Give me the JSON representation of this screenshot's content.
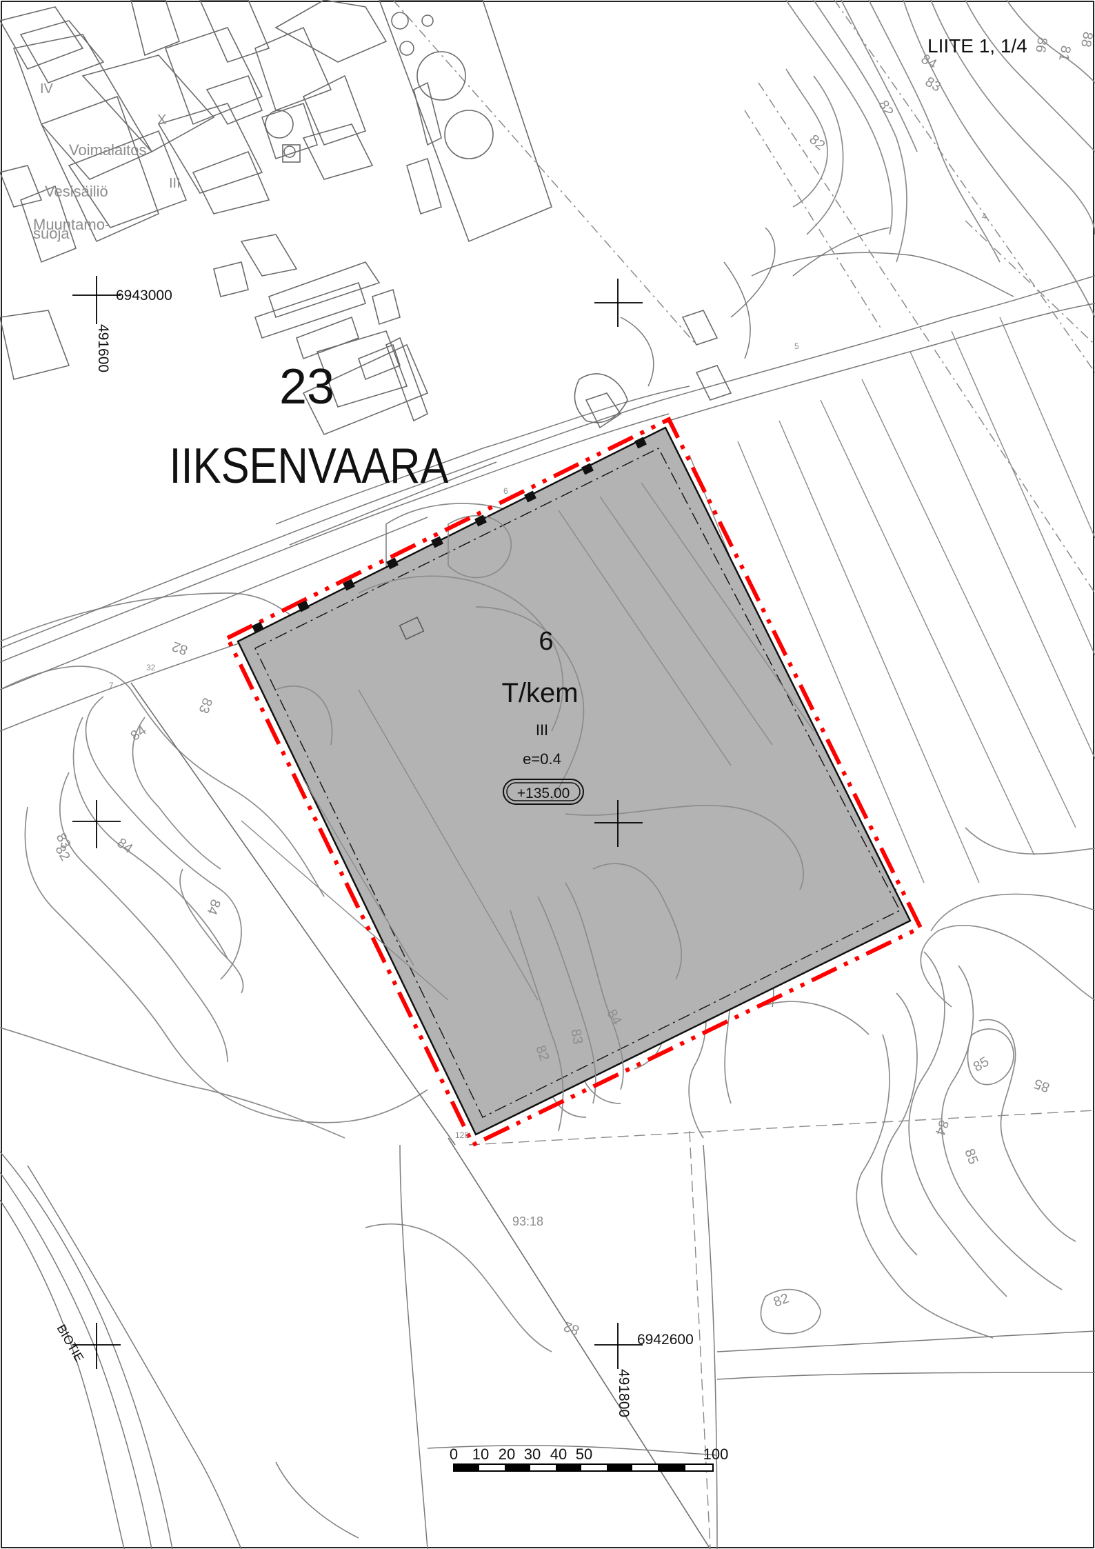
{
  "sheet_label": "LIITE 1, 1/4",
  "block": {
    "number": "23",
    "name": "IIKSENVAARA"
  },
  "plot": {
    "number": "6",
    "use_code": "T/kem",
    "storeys": "III",
    "efficiency": "e=0.4",
    "height_limit": "+135.00",
    "fill_color": "#b3b3b3",
    "boundary_color": "#ff0000"
  },
  "place_names": {
    "power_plant": "Voimalaitos",
    "water_tank": "Vesisäiliö",
    "transformer_1": "Muuntamo-",
    "transformer_2": "suoja",
    "road": "BIOTIE",
    "parcel_id": "93:18"
  },
  "building_roman_labels": [
    "IV",
    "X",
    "III"
  ],
  "coordinates": {
    "north_top": "6943000",
    "east_left": "491600",
    "north_bottom": "6942600",
    "east_bottom": "491800"
  },
  "contour_labels": [
    "81",
    "82",
    "83",
    "84",
    "85",
    "86",
    "88"
  ],
  "small_numbers": [
    "5",
    "6",
    "7",
    "4",
    "32",
    "128"
  ],
  "scale_bar": {
    "labels": [
      "0",
      "10",
      "20",
      "30",
      "40",
      "50",
      "100"
    ],
    "unit_value_max": 100
  }
}
